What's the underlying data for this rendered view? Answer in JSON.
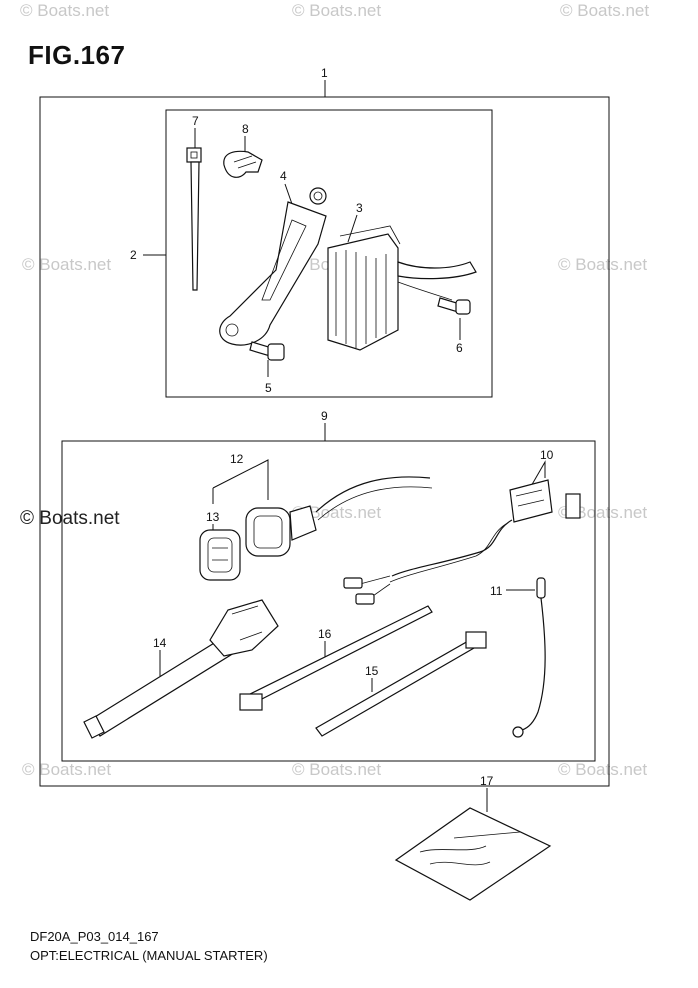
{
  "figure": {
    "title": "FIG.167",
    "code": "DF20A_P03_014_167",
    "caption": "OPT:ELECTRICAL (MANUAL STARTER)"
  },
  "watermark": {
    "text": "© Boats.net"
  },
  "callouts": {
    "c1": "1",
    "c2": "2",
    "c3": "3",
    "c4": "4",
    "c5": "5",
    "c6": "6",
    "c7": "7",
    "c8": "8",
    "c9": "9",
    "c10": "10",
    "c11": "11",
    "c12": "12",
    "c13": "13",
    "c14": "14",
    "c15": "15",
    "c16": "16",
    "c17": "17"
  }
}
